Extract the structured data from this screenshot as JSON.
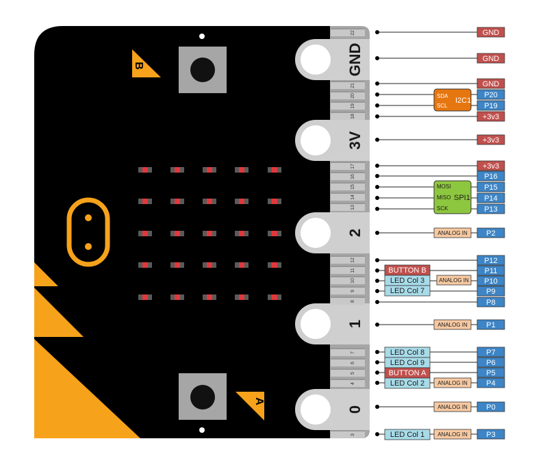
{
  "colors": {
    "board": "#000000",
    "accent": "#f7a21b",
    "led": "#e0393b",
    "edge": "#a6a6a6",
    "button": "#a6a6a6",
    "gnd_tag": "#c0504d",
    "power_tag": "#c0504d",
    "pin_tag": "#3d85c6",
    "led_tag": "#a8dbe8",
    "analog_tag": "#f6c9a2",
    "i2c_tag": "#e6760f",
    "spi_tag": "#8dc63f"
  },
  "board": {
    "button_b_label": "B",
    "button_a_label": "A",
    "led_rows": 5,
    "led_cols": 5
  },
  "big_pads": [
    {
      "label": "GND"
    },
    {
      "label": "3V"
    },
    {
      "label": "2"
    },
    {
      "label": "1"
    },
    {
      "label": "0"
    }
  ],
  "pin_numbers": [
    "22",
    "21",
    "20",
    "19",
    "18",
    "17",
    "16",
    "15",
    "14",
    "13",
    "12",
    "11",
    "10",
    "9",
    "8",
    "7",
    "6",
    "5",
    "4",
    "3"
  ],
  "pins": [
    {
      "label": "GND",
      "kind": "gnd"
    },
    {
      "label": "GND",
      "kind": "gnd"
    },
    {
      "label": "GND",
      "kind": "gnd"
    },
    {
      "label": "P20",
      "kind": "pin"
    },
    {
      "label": "P19",
      "kind": "pin"
    },
    {
      "label": "+3v3",
      "kind": "power"
    },
    {
      "label": "+3v3",
      "kind": "power"
    },
    {
      "label": "+3v3",
      "kind": "power"
    },
    {
      "label": "P16",
      "kind": "pin"
    },
    {
      "label": "P15",
      "kind": "pin"
    },
    {
      "label": "P14",
      "kind": "pin"
    },
    {
      "label": "P13",
      "kind": "pin"
    },
    {
      "label": "P2",
      "kind": "pin"
    },
    {
      "label": "P12",
      "kind": "pin"
    },
    {
      "label": "P11",
      "kind": "pin"
    },
    {
      "label": "P10",
      "kind": "pin"
    },
    {
      "label": "P9",
      "kind": "pin"
    },
    {
      "label": "P8",
      "kind": "pin"
    },
    {
      "label": "P1",
      "kind": "pin"
    },
    {
      "label": "P7",
      "kind": "pin"
    },
    {
      "label": "P6",
      "kind": "pin"
    },
    {
      "label": "P5",
      "kind": "pin"
    },
    {
      "label": "P4",
      "kind": "pin"
    },
    {
      "label": "P0",
      "kind": "pin"
    },
    {
      "label": "P3",
      "kind": "pin"
    }
  ],
  "i2c": {
    "label": "I2C1",
    "sda": "SDA",
    "scl": "SCL"
  },
  "spi": {
    "label": "SPI1",
    "mosi": "MOSI",
    "miso": "MISO",
    "sck": "SCK"
  },
  "analog_label": "ANALOG IN",
  "function_tags": {
    "button_b": "BUTTON B",
    "button_a": "BUTTON A",
    "led_col_3": "LED Col 3",
    "led_col_7": "LED Col 7",
    "led_col_8": "LED Col 8",
    "led_col_9": "LED Col 9",
    "led_col_2": "LED Col 2",
    "led_col_1": "LED Col 1"
  }
}
